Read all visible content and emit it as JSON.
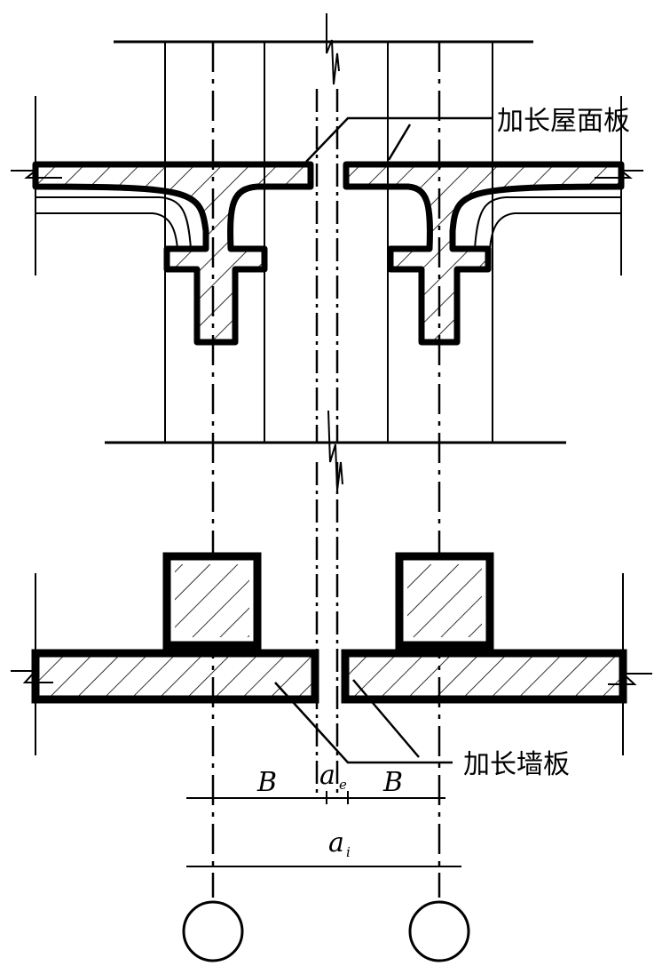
{
  "labels": {
    "roof_panel": "加长屋面板",
    "wall_panel": "加长墙板",
    "dim_B_left": "B",
    "dim_B_right": "B",
    "dim_ae_main": "a",
    "dim_ae_sub": "e",
    "dim_ai_main": "a",
    "dim_ai_sub": "i"
  },
  "colors": {
    "line": "#000000",
    "background": "#ffffff"
  }
}
